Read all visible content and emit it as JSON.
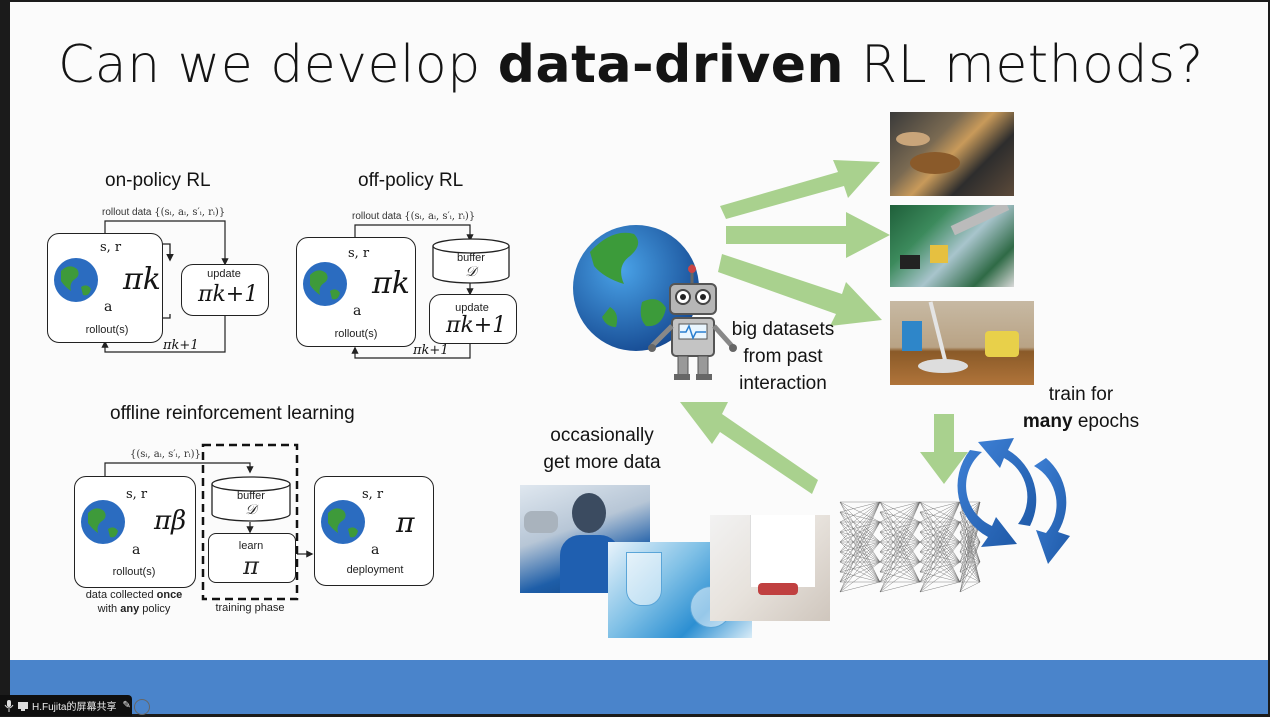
{
  "slide": {
    "title_pre": "Can we develop ",
    "title_bold": "data-driven",
    "title_post": " RL methods?"
  },
  "on_policy": {
    "heading": "on-policy RL",
    "rollout_data": "rollout data",
    "tuple": "{(sᵢ, aᵢ, s′ᵢ, rᵢ)}",
    "sr": "s, r",
    "policy": "πk",
    "a": "a",
    "rollouts": "rollout(s)",
    "update": "update",
    "update_policy": "πk+1",
    "feedback": "πk+1"
  },
  "off_policy": {
    "heading": "off-policy RL",
    "rollout_data": "rollout data",
    "tuple": "{(sᵢ, aᵢ, s′ᵢ, rᵢ)}",
    "sr": "s, r",
    "policy": "πk",
    "a": "a",
    "rollouts": "rollout(s)",
    "buffer": "buffer",
    "buffer_sym": "𝒟",
    "update": "update",
    "update_policy": "πk+1",
    "feedback": "πk+1"
  },
  "offline": {
    "heading": "offline reinforcement learning",
    "tuple": "{(sᵢ, aᵢ, s′ᵢ, rᵢ)}",
    "sr": "s, r",
    "policy": "πβ",
    "a": "a",
    "rollouts": "rollout(s)",
    "note_1a": "data collected ",
    "note_1b": "once",
    "note_2a": "with ",
    "note_2b": "any",
    "note_2c": " policy",
    "buffer": "buffer",
    "buffer_sym": "𝒟",
    "learn": "learn",
    "learn_policy": "π",
    "training_phase": "training phase",
    "deploy_sr": "s, r",
    "deploy_policy": "π",
    "deploy_a": "a",
    "deployment": "deployment"
  },
  "right": {
    "big_datasets_1": "big datasets",
    "big_datasets_2": "from past",
    "big_datasets_3": "interaction",
    "occasionally_1": "occasionally",
    "occasionally_2": "get more data",
    "train_1": "train for",
    "train_many": "many",
    "train_2": " epochs"
  },
  "share_bar": {
    "label": "H.Fujita的屏幕共享"
  },
  "colors": {
    "arrow_green": "#a9d18e",
    "cycle_blue": "#2e6fc4",
    "bar_blue": "#4a84cb"
  },
  "icons": [
    "globe-icon",
    "robot-icon",
    "cycle-arrows-icon",
    "pencil-icon",
    "microphone-icon"
  ]
}
